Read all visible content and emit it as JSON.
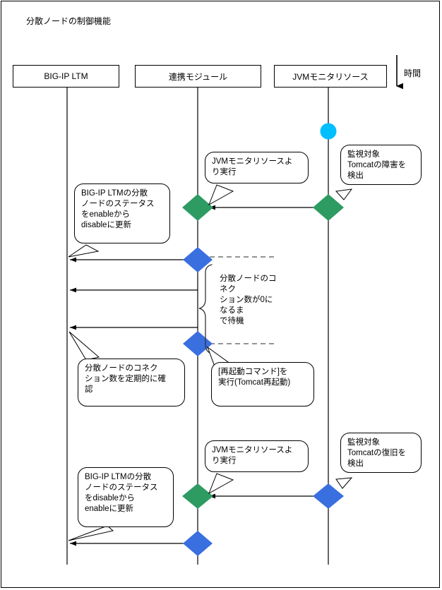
{
  "diagram": {
    "title": "分散ノードの制御機能",
    "type": "sequence-diagram",
    "time_axis": {
      "label": "時間",
      "direction": "down"
    },
    "colors": {
      "start_marker": "#00BFFF",
      "green_node": "#2E9B63",
      "blue_node": "#3A6FE0",
      "line": "#000000",
      "background": "#FFFFFF"
    },
    "lifelines": [
      {
        "id": "bigip",
        "label": "BIG-IP LTM"
      },
      {
        "id": "module",
        "label": "連携モジュール"
      },
      {
        "id": "jvm",
        "label": "JVMモニタリソース"
      }
    ],
    "markers": [
      {
        "id": "start",
        "shape": "circle",
        "color": "#00BFFF",
        "lifeline": "jvm"
      },
      {
        "id": "m1",
        "shape": "diamond",
        "color": "#2E9B63",
        "lifeline": "module"
      },
      {
        "id": "m2",
        "shape": "diamond",
        "color": "#2E9B63",
        "lifeline": "jvm"
      },
      {
        "id": "m3",
        "shape": "diamond",
        "color": "#3A6FE0",
        "lifeline": "module"
      },
      {
        "id": "m4",
        "shape": "diamond",
        "color": "#3A6FE0",
        "lifeline": "module"
      },
      {
        "id": "m5",
        "shape": "diamond",
        "color": "#2E9B63",
        "lifeline": "module"
      },
      {
        "id": "m6",
        "shape": "diamond",
        "color": "#3A6FE0",
        "lifeline": "jvm"
      },
      {
        "id": "m7",
        "shape": "diamond",
        "color": "#3A6FE0",
        "lifeline": "module"
      }
    ],
    "callouts": [
      {
        "id": "c-failure-detect",
        "text": "監視対象\nTomcatの障害を\n検出"
      },
      {
        "id": "c-exec-from-jvm-1",
        "text": "JVMモニタリソースよ\nり実行"
      },
      {
        "id": "c-status-enable-to-disable",
        "text": "BIG-IP LTMの分散\nノードのステータス\nをenableから\ndisableに更新"
      },
      {
        "id": "c-check-connections",
        "text": "分散ノードのコネク\nション数を定期的に確\n認"
      },
      {
        "id": "c-restart-command",
        "text": "[再起動コマンド]を\n実行(Tomcat再起動)"
      },
      {
        "id": "c-recovery-detect",
        "text": "監視対象\nTomcatの復旧を\n検出"
      },
      {
        "id": "c-exec-from-jvm-2",
        "text": "JVMモニタリソースよ\nり実行"
      },
      {
        "id": "c-status-disable-to-enable",
        "text": "BIG-IP LTMの分散\nノードのステータス\nをdisableから\nenableに更新"
      }
    ],
    "brace_annotation": {
      "id": "wait-for-zero-connections",
      "text": "分散ノードのコネク\nション数が0になるま\nで待機"
    }
  }
}
